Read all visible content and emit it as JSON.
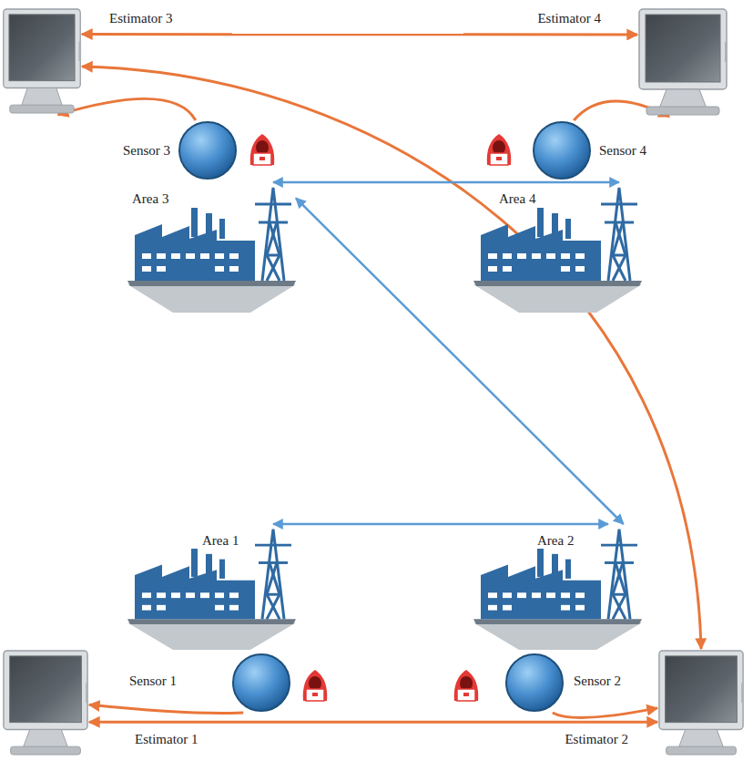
{
  "diagram": {
    "nodes": [
      {
        "text": [
          "Estimator 3"
        ]
      },
      {
        "text": [
          "Estimator 4"
        ]
      },
      {
        "text": [
          "Sensor 3"
        ]
      },
      {
        "text": [
          "Sensor 4"
        ]
      },
      {
        "text": [
          "Area 3"
        ]
      },
      {
        "text": [
          "Area 4"
        ]
      },
      {
        "text": [
          "Area 1"
        ]
      },
      {
        "text": [
          "Area 2"
        ]
      },
      {
        "text": [
          "Sensor 1"
        ]
      },
      {
        "text": [
          "Sensor 2"
        ]
      },
      {
        "text": [
          "Estimator 1"
        ]
      },
      {
        "text": [
          "Estimator 2"
        ]
      }
    ],
    "edges": [
      {
        "from": 0,
        "to": 1,
        "arrow": "both"
      },
      {
        "from": 0,
        "to": 11,
        "arrow": "both"
      },
      {
        "from": 2,
        "to": 0,
        "arrow": "to"
      },
      {
        "from": 3,
        "to": 1,
        "arrow": "to"
      },
      {
        "from": 4,
        "to": 5,
        "arrow": "both"
      },
      {
        "from": 4,
        "to": 7,
        "arrow": "both"
      },
      {
        "from": 6,
        "to": 7,
        "arrow": "both"
      },
      {
        "from": 8,
        "to": 10,
        "arrow": "to"
      },
      {
        "from": 9,
        "to": 11,
        "arrow": "to"
      },
      {
        "from": 10,
        "to": 11,
        "arrow": "both"
      }
    ]
  }
}
